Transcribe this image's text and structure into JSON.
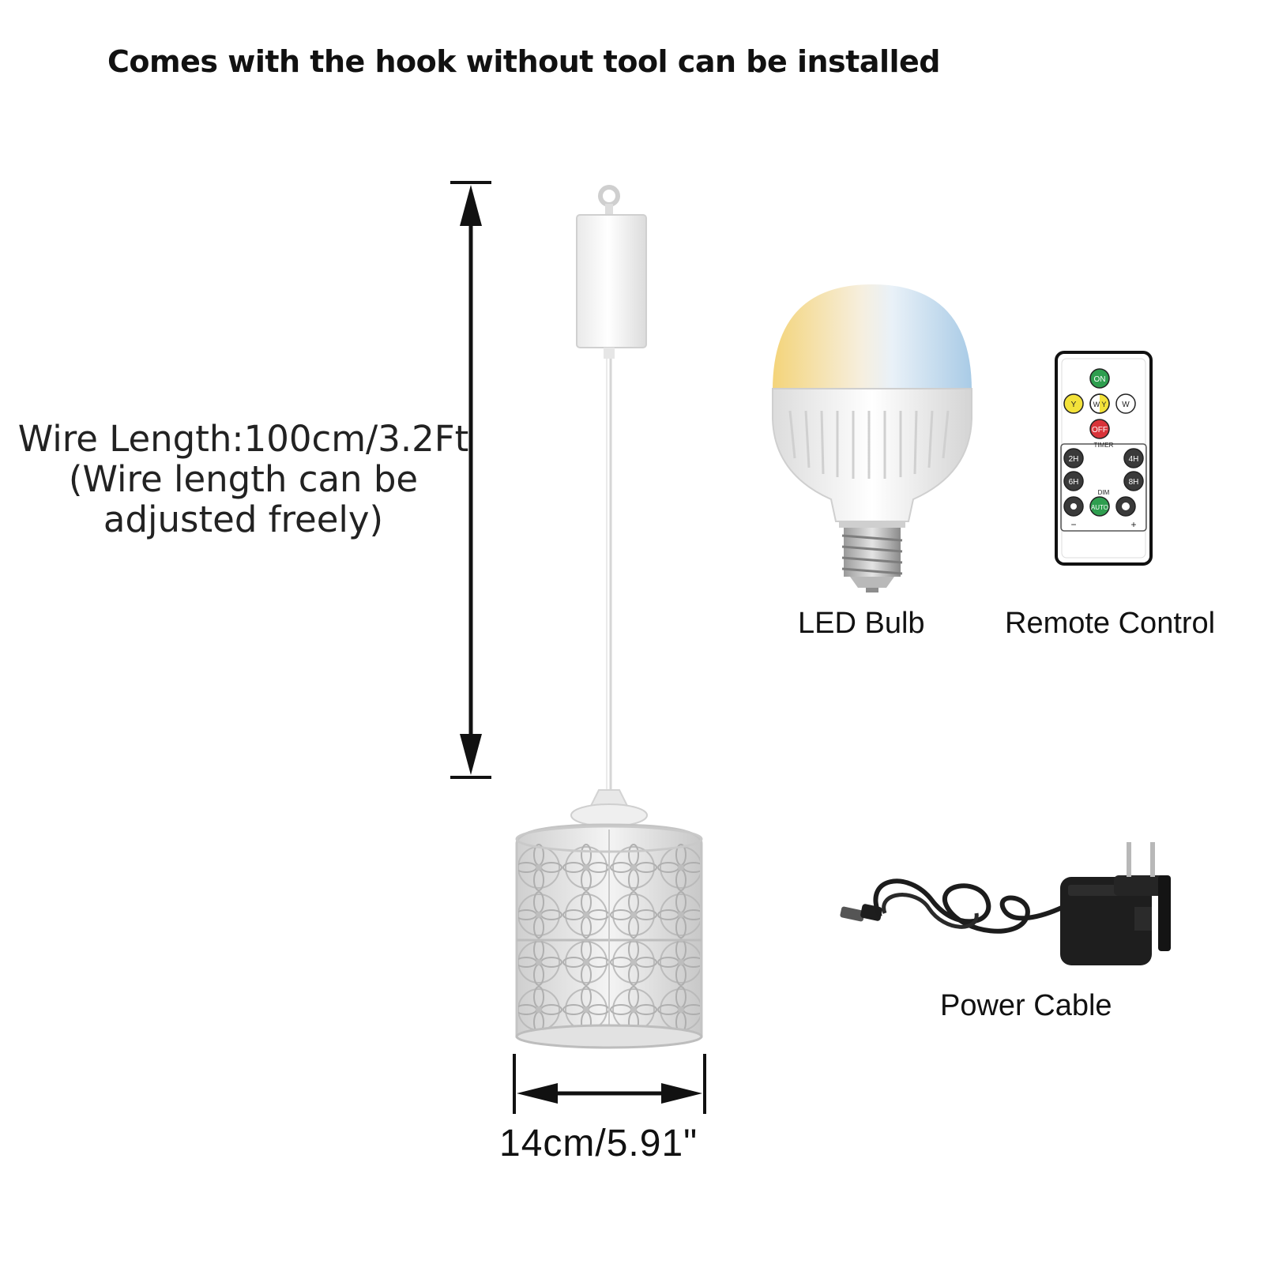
{
  "headline": "Comes with the hook without tool can be installed",
  "wire_length": {
    "line1": "Wire Length:100cm/3.2Ft",
    "line2": "(Wire length can be",
    "line3": "adjusted freely)"
  },
  "shade_width": "14cm/5.91\"",
  "accessories": {
    "bulb_label": "LED Bulb",
    "remote_label": "Remote Control",
    "cable_label": "Power Cable"
  },
  "remote": {
    "buttons": {
      "on": "ON",
      "y": "Y",
      "wy": "W Y",
      "w": "W",
      "off": "OFF",
      "timer": "TIMER",
      "h2": "2H",
      "h4": "4H",
      "h6": "6H",
      "h8": "8H",
      "dim": "DIM",
      "auto": "AUTO",
      "minus": "−",
      "plus": "+"
    },
    "colors": {
      "on": "#2e9e4f",
      "off": "#d9343a",
      "yellow": "#f3e23a",
      "auto": "#2e9e4f"
    }
  }
}
